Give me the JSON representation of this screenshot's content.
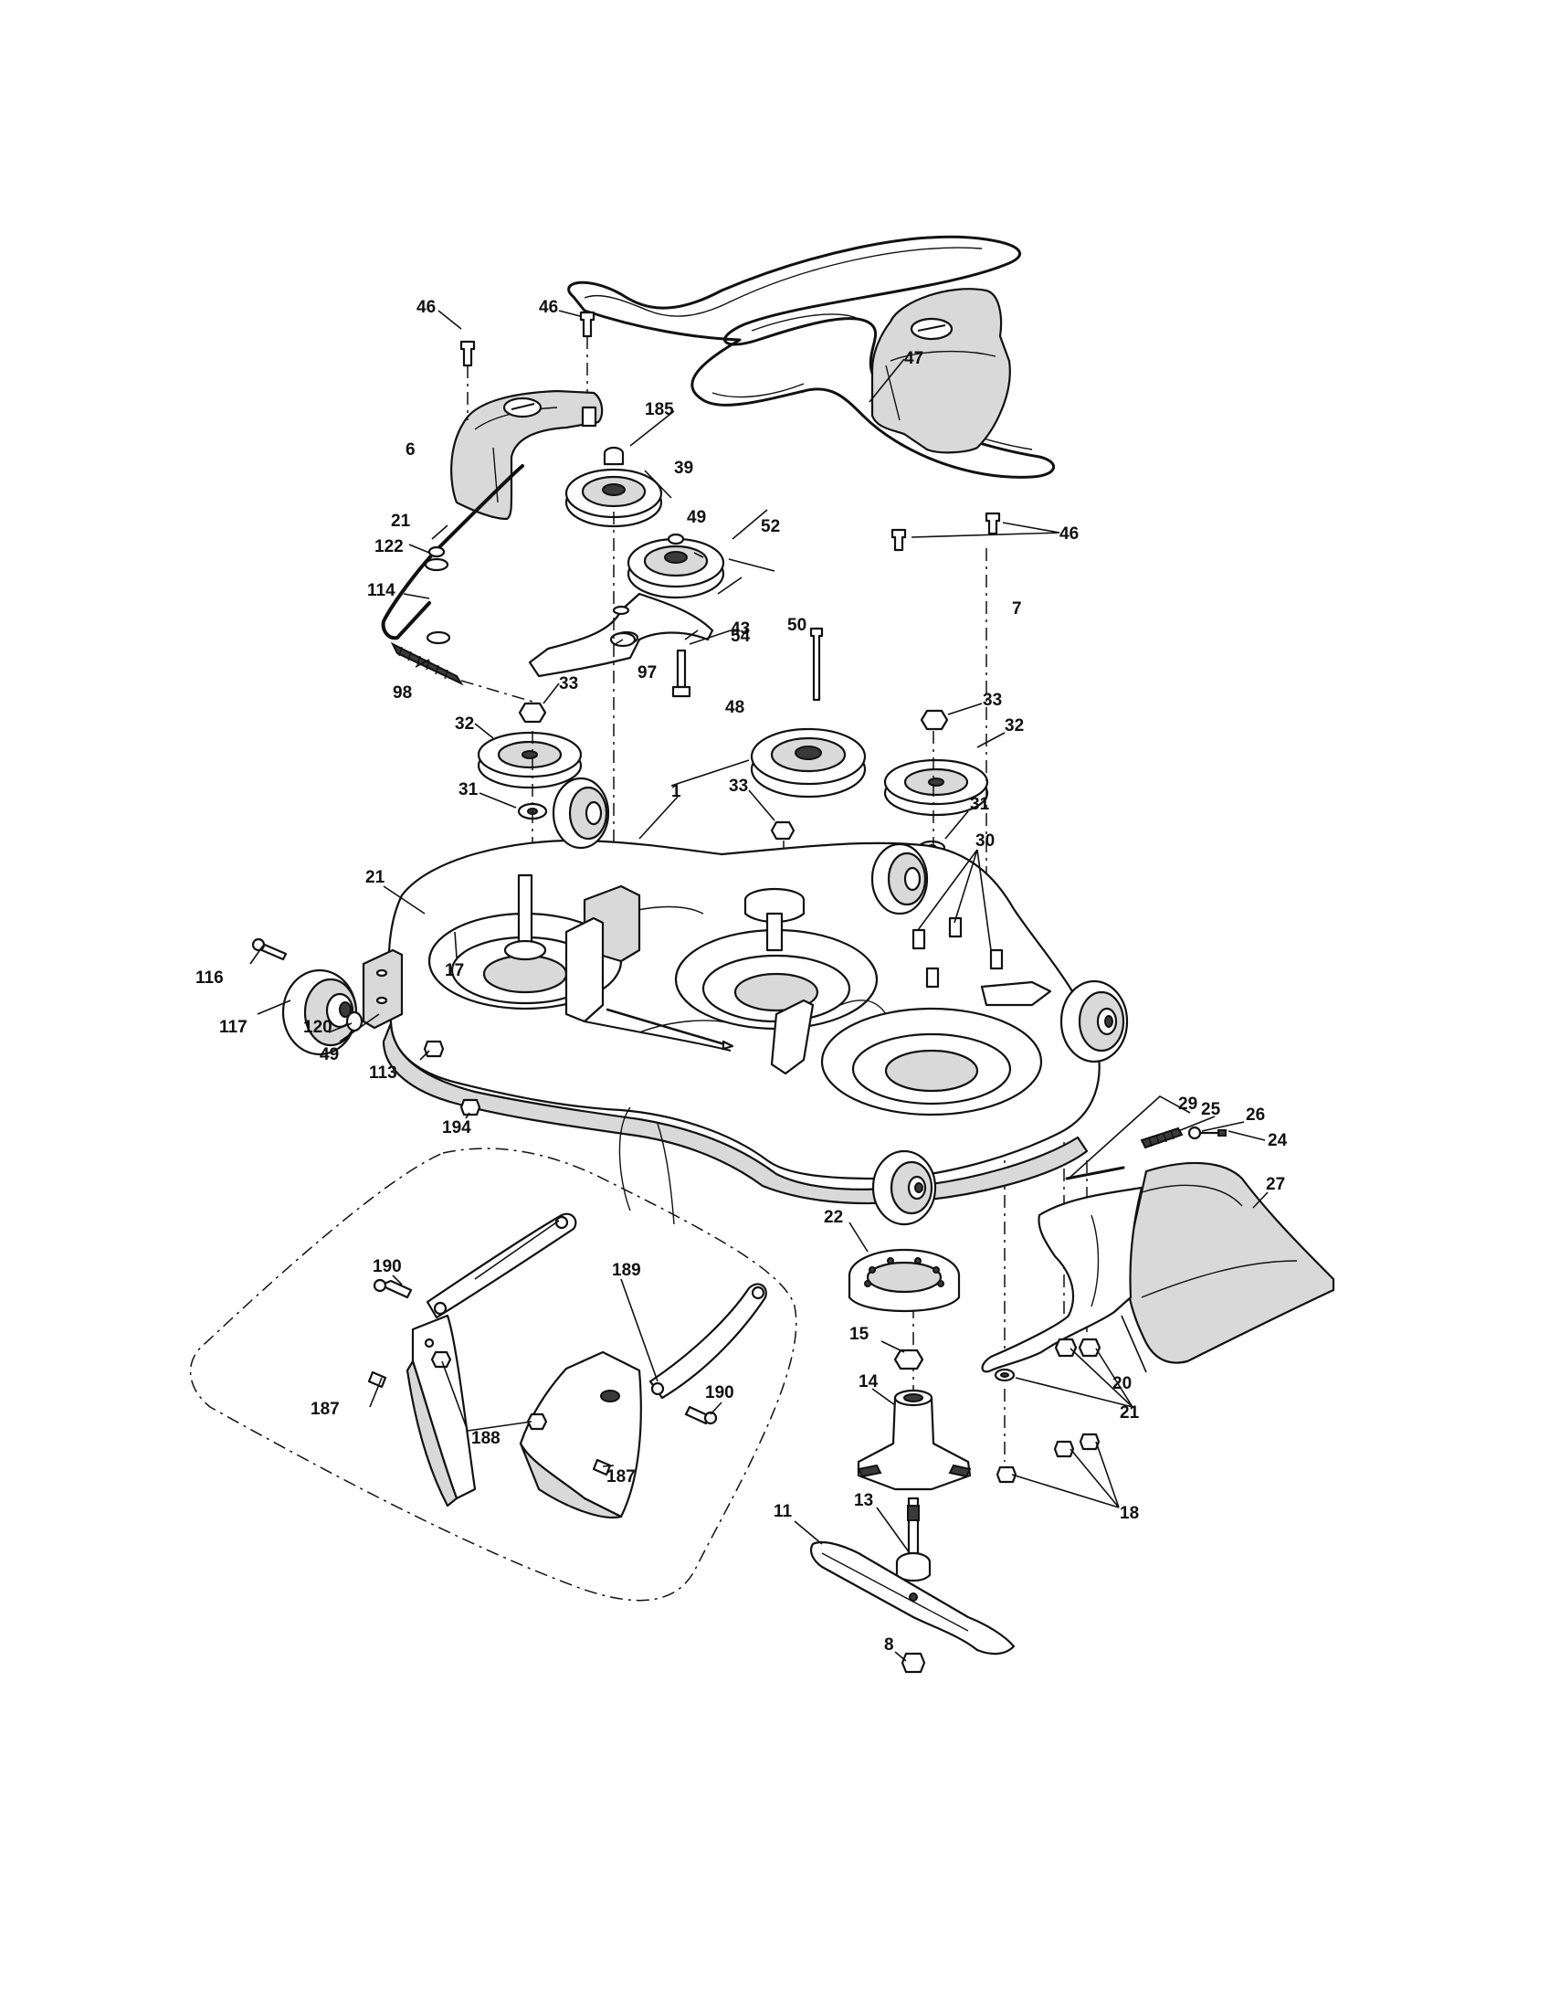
{
  "callouts": [
    {
      "id": "c1",
      "text": "1"
    },
    {
      "id": "c6",
      "text": "6"
    },
    {
      "id": "c7",
      "text": "7"
    },
    {
      "id": "c8",
      "text": "8"
    },
    {
      "id": "c11",
      "text": "11"
    },
    {
      "id": "c13",
      "text": "13"
    },
    {
      "id": "c14",
      "text": "14"
    },
    {
      "id": "c15",
      "text": "15"
    },
    {
      "id": "c17",
      "text": "17"
    },
    {
      "id": "c18",
      "text": "18"
    },
    {
      "id": "c20",
      "text": "20"
    },
    {
      "id": "c21a",
      "text": "21"
    },
    {
      "id": "c21b",
      "text": "21"
    },
    {
      "id": "c21c",
      "text": "21"
    },
    {
      "id": "c22",
      "text": "22"
    },
    {
      "id": "c24",
      "text": "24"
    },
    {
      "id": "c25",
      "text": "25"
    },
    {
      "id": "c26",
      "text": "26"
    },
    {
      "id": "c27",
      "text": "27"
    },
    {
      "id": "c29",
      "text": "29"
    },
    {
      "id": "c30",
      "text": "30"
    },
    {
      "id": "c31a",
      "text": "31"
    },
    {
      "id": "c31b",
      "text": "31"
    },
    {
      "id": "c32a",
      "text": "32"
    },
    {
      "id": "c32b",
      "text": "32"
    },
    {
      "id": "c33a",
      "text": "33"
    },
    {
      "id": "c33b",
      "text": "33"
    },
    {
      "id": "c33c",
      "text": "33"
    },
    {
      "id": "c39",
      "text": "39"
    },
    {
      "id": "c43",
      "text": "43"
    },
    {
      "id": "c46a",
      "text": "46"
    },
    {
      "id": "c46b",
      "text": "46"
    },
    {
      "id": "c46c",
      "text": "46"
    },
    {
      "id": "c47",
      "text": "47"
    },
    {
      "id": "c48",
      "text": "48"
    },
    {
      "id": "c49a",
      "text": "49"
    },
    {
      "id": "c49b",
      "text": "49"
    },
    {
      "id": "c50",
      "text": "50"
    },
    {
      "id": "c52",
      "text": "52"
    },
    {
      "id": "c54",
      "text": "54"
    },
    {
      "id": "c97",
      "text": "97"
    },
    {
      "id": "c98",
      "text": "98"
    },
    {
      "id": "c113",
      "text": "113"
    },
    {
      "id": "c114",
      "text": "114"
    },
    {
      "id": "c116",
      "text": "116"
    },
    {
      "id": "c117",
      "text": "117"
    },
    {
      "id": "c120",
      "text": "120"
    },
    {
      "id": "c122",
      "text": "122"
    },
    {
      "id": "c185",
      "text": "185"
    },
    {
      "id": "c187a",
      "text": "187"
    },
    {
      "id": "c187b",
      "text": "187"
    },
    {
      "id": "c188",
      "text": "188"
    },
    {
      "id": "c189",
      "text": "189"
    },
    {
      "id": "c190a",
      "text": "190"
    },
    {
      "id": "c190b",
      "text": "190"
    },
    {
      "id": "c194",
      "text": "194"
    }
  ]
}
